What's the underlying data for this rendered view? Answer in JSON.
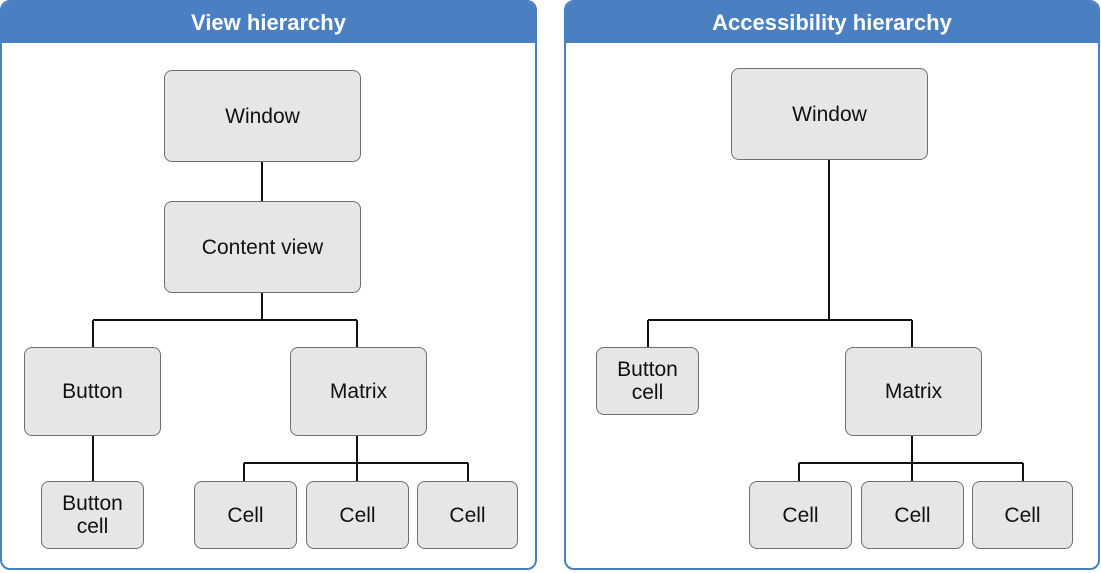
{
  "panels": {
    "view": {
      "title": "View hierarchy",
      "nodes": {
        "window": "Window",
        "content_view": "Content view",
        "button": "Button",
        "matrix": "Matrix",
        "button_cell": "Button\ncell",
        "cell_1": "Cell",
        "cell_2": "Cell",
        "cell_3": "Cell"
      }
    },
    "accessibility": {
      "title": "Accessibility hierarchy",
      "nodes": {
        "window": "Window",
        "button_cell": "Button\ncell",
        "matrix": "Matrix",
        "cell_1": "Cell",
        "cell_2": "Cell",
        "cell_3": "Cell"
      }
    }
  },
  "colors": {
    "header": "#4a7fc1",
    "node_fill": "#e6e6e6",
    "node_border": "#6f6f6f",
    "connector": "#111111"
  }
}
